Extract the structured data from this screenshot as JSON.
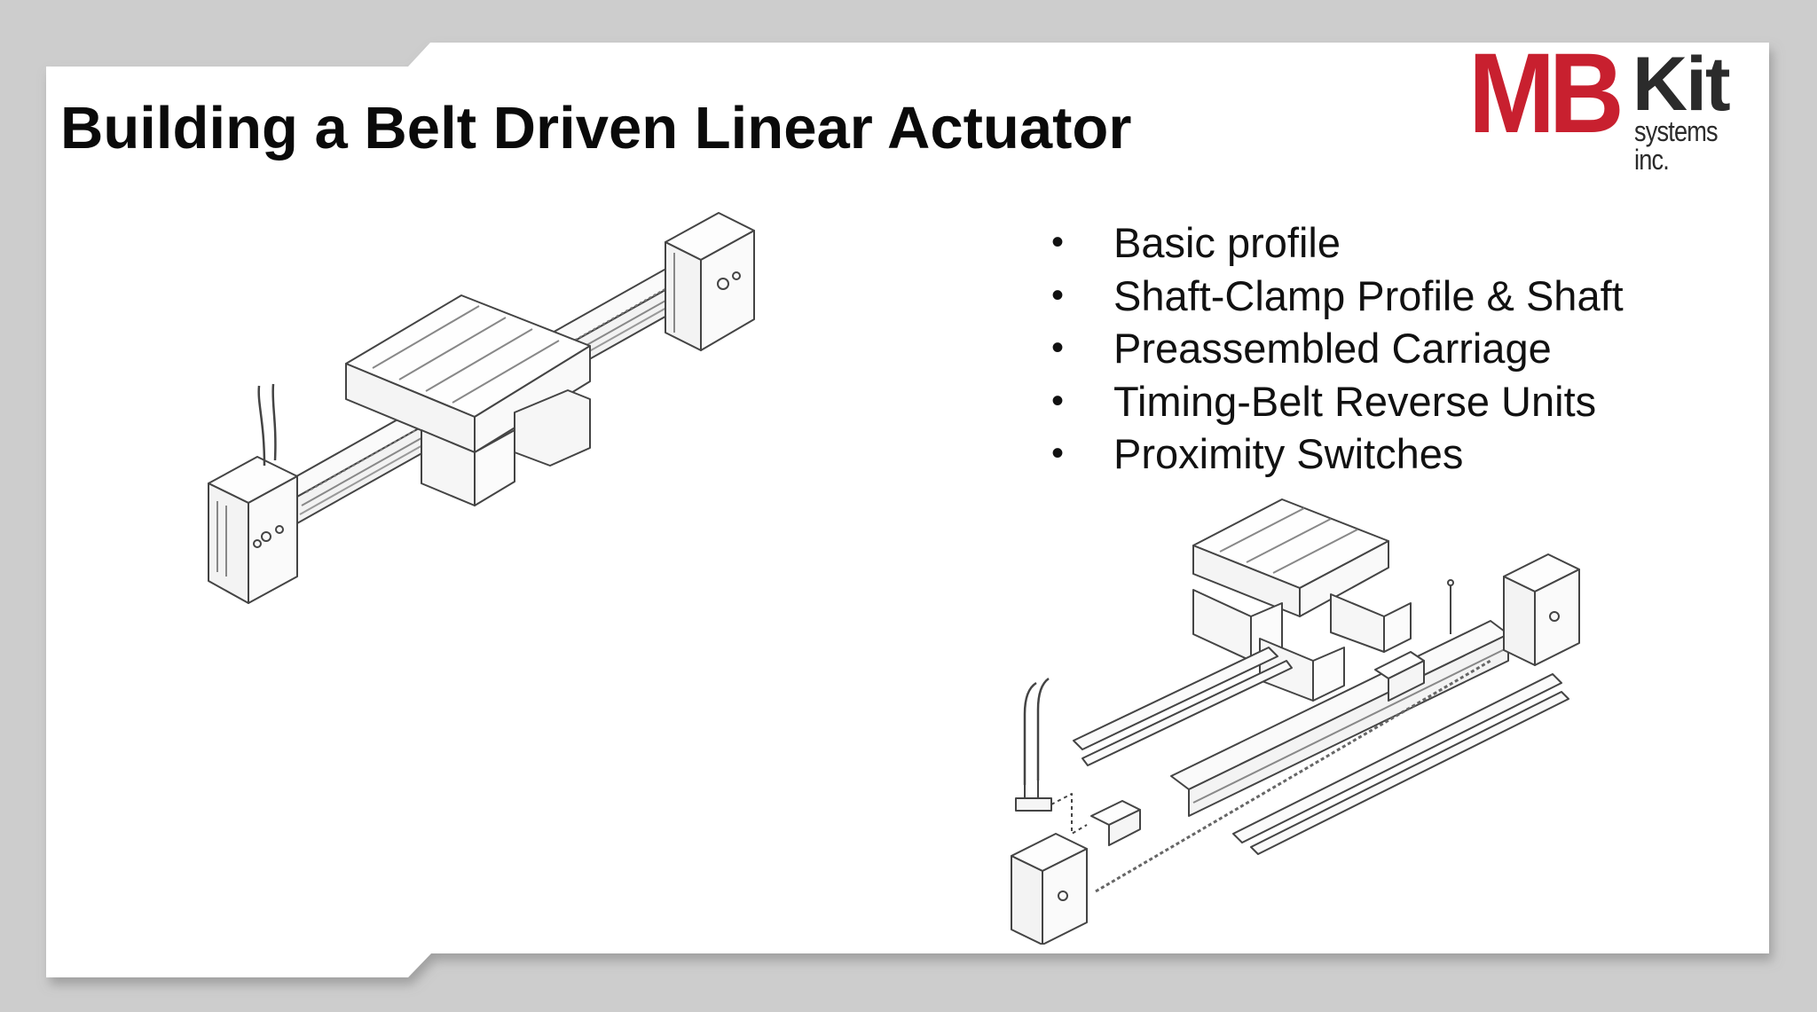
{
  "slide": {
    "title": "Building a Belt Driven Linear Actuator"
  },
  "logo": {
    "mark": "MB",
    "name": "Kit",
    "tagline": "systems inc.",
    "colors": {
      "mark": "#c8202f",
      "name": "#2b2b2b"
    }
  },
  "bullets": [
    {
      "marker": "•",
      "text": "Basic profile"
    },
    {
      "marker": "•",
      "text": "Shaft-Clamp Profile & Shaft"
    },
    {
      "marker": "•",
      "text": "Preassembled Carriage"
    },
    {
      "marker": "•",
      "text": "Timing-Belt Reverse Units"
    },
    {
      "marker": "•",
      "text": "Proximity Switches"
    }
  ],
  "figures": [
    {
      "name": "assembled-actuator",
      "icon": "line-drawing"
    },
    {
      "name": "exploded-actuator",
      "icon": "line-drawing"
    }
  ]
}
